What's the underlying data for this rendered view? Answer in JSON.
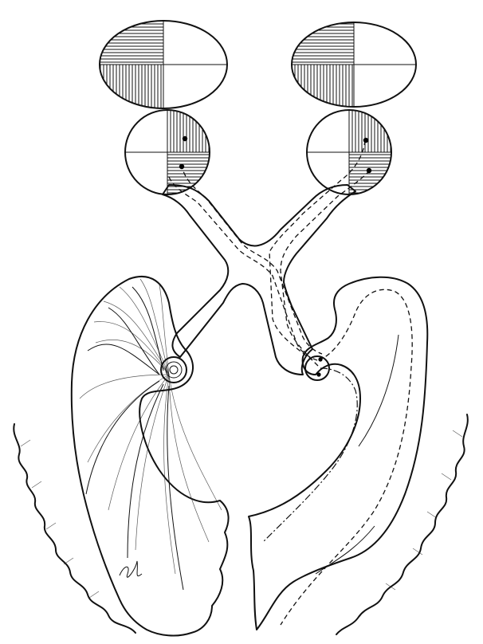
{
  "figure": {
    "background": "#ffffff",
    "ink": "#111111",
    "elements": {
      "visual_fields": [
        "left-eye-visual-field",
        "right-eye-visual-field"
      ],
      "retinas": [
        "left-retina",
        "right-retina"
      ],
      "optic_pathway": [
        "optic-chiasm",
        "optic-tract-left",
        "optic-tract-right"
      ],
      "lateral_geniculate": [
        "left-lateral-geniculate-body",
        "right-lateral-geniculate-body"
      ],
      "cortex": [
        "left-visual-cortex",
        "right-visual-cortex"
      ],
      "artist_signature": "signature-mark"
    }
  }
}
